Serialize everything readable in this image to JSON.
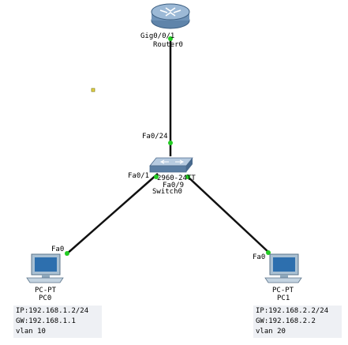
{
  "router": {
    "name": "Router0",
    "port": "Gig0/0/1"
  },
  "switch": {
    "model": "2960-24TT",
    "name": "Switch0",
    "uplink_port": "Fa0/24",
    "port_pc0": "Fa0/1",
    "port_pc1": "Fa0/9"
  },
  "pc0": {
    "type": "PC-PT",
    "name": "PC0",
    "port": "Fa0",
    "notes": {
      "ip": "IP:192.168.1.2/24",
      "gw": "GW:192.168.1.1",
      "vlan": "vlan 10"
    }
  },
  "pc1": {
    "type": "PC-PT",
    "name": "PC1",
    "port": "Fa0",
    "notes": {
      "ip": "IP:192.168.2.2/24",
      "gw": "GW:192.168.2.2",
      "vlan": "vlan 20"
    }
  },
  "colors": {
    "link": "#111111",
    "port_up": "#22cc22",
    "router_body": "#6f93b8",
    "switch_body": "#6a8db2",
    "pc_body": "#9fb8cc",
    "pc_screen": "#2d6fae",
    "note_bg": "#eef0f4"
  },
  "icons": {
    "router": "router-icon",
    "switch": "switch-icon",
    "pc": "pc-icon"
  }
}
